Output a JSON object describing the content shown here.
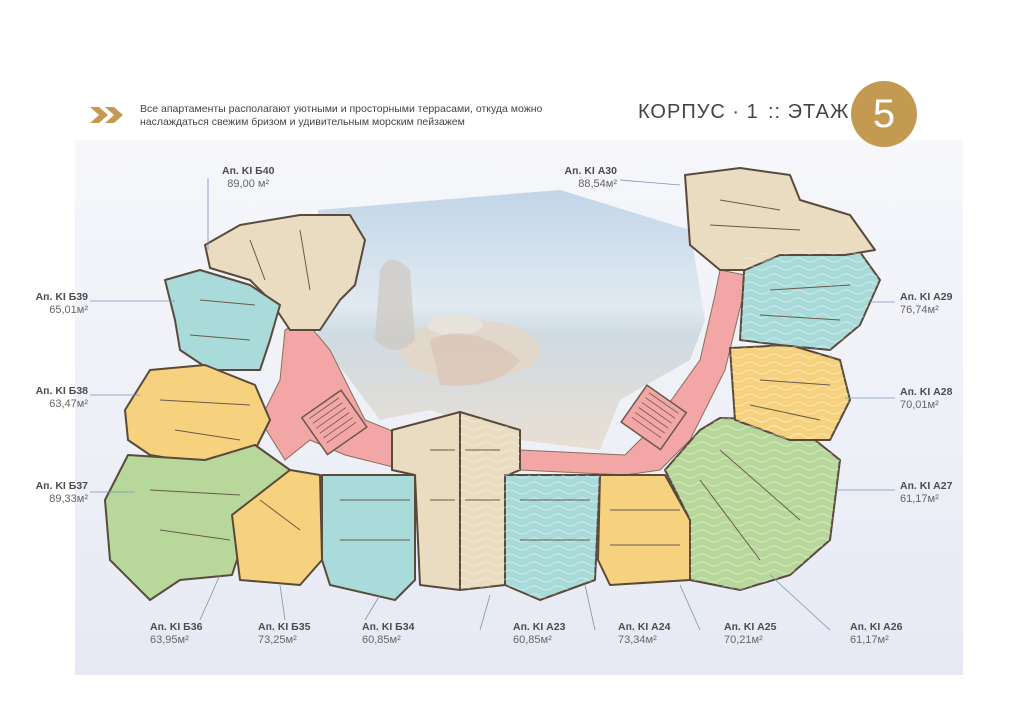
{
  "header": {
    "tagline_line1": "Все апартаменты располагают уютными и просторными террасами, откуда можно",
    "tagline_line2": "наслаждаться свежим бризом и удивительным морским пейзажем",
    "building": "КОРПУС · 1",
    "floor_label": ":: ЭТАЖ",
    "floor_number": "5"
  },
  "colors": {
    "accent_gold": "#c49a52",
    "corridor": "#f2a6a6",
    "beige": "#e9dcc0",
    "cyan": "#a8dbd9",
    "yellow": "#f6d27e",
    "green": "#b7d89a",
    "teal_light": "#c9e8e2"
  },
  "apartments": [
    {
      "id": "B40",
      "name": "Ап. KI Б40",
      "area": "89,00 м²"
    },
    {
      "id": "B39",
      "name": "Ап. KI Б39",
      "area": "65,01м²"
    },
    {
      "id": "B38",
      "name": "Ап. KI Б38",
      "area": "63,47м²"
    },
    {
      "id": "B37",
      "name": "Ап. KI Б37",
      "area": "89,33м²"
    },
    {
      "id": "B36",
      "name": "Ап. KI Б36",
      "area": "63,95м²"
    },
    {
      "id": "B35",
      "name": "Ап. KI Б35",
      "area": "73,25м²"
    },
    {
      "id": "B34",
      "name": "Ап. KI Б34",
      "area": "60,85м²"
    },
    {
      "id": "A23",
      "name": "Ап. KI А23",
      "area": "60,85м²"
    },
    {
      "id": "A24",
      "name": "Ап. KI А24",
      "area": "73,34м²"
    },
    {
      "id": "A25",
      "name": "Ап. KI А25",
      "area": "70,21м²"
    },
    {
      "id": "A26",
      "name": "Ап. KI А26",
      "area": "61,17м²"
    },
    {
      "id": "A27",
      "name": "Ап. KI А27",
      "area": "61,17м²"
    },
    {
      "id": "A28",
      "name": "Ап. KI А28",
      "area": "70,01м²"
    },
    {
      "id": "A29",
      "name": "Ап. KI А29",
      "area": "76,74м²"
    },
    {
      "id": "A30",
      "name": "Ап. KI А30",
      "area": "88,54м²"
    }
  ]
}
